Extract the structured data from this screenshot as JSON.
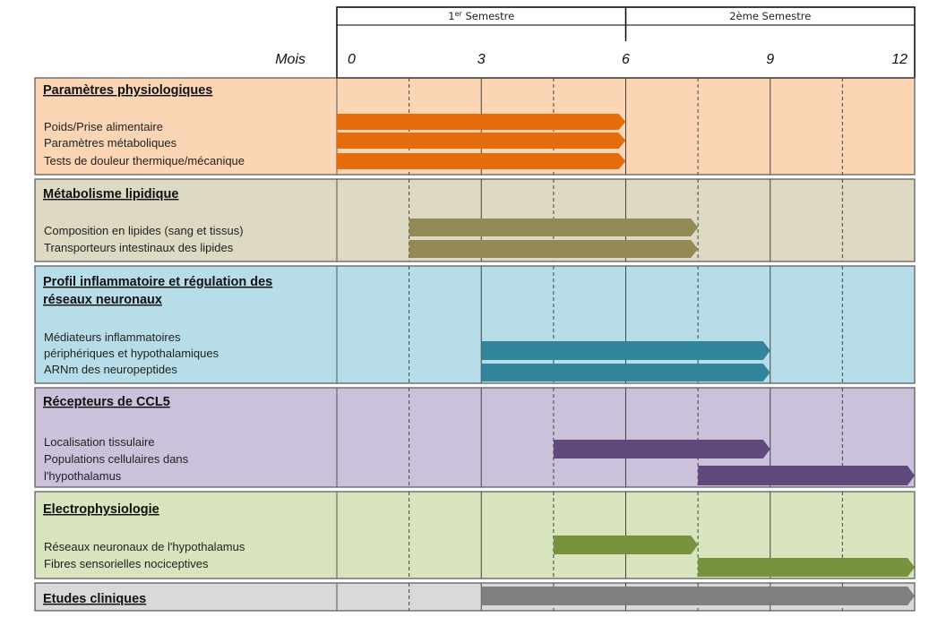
{
  "chart_data": {
    "type": "gantt",
    "title": "",
    "x_axis": {
      "title": "Mois",
      "range": [
        0,
        12
      ],
      "ticks": [
        {
          "value": 0,
          "label": "0"
        },
        {
          "value": 3,
          "label": "3"
        },
        {
          "value": 6,
          "label": "6"
        },
        {
          "value": 9,
          "label": "9"
        },
        {
          "value": 12,
          "label": "12"
        }
      ],
      "dashed_gridlines": [
        1.5,
        4.5,
        7.5,
        10.5
      ],
      "solid_gridlines": [
        3,
        6,
        9
      ]
    },
    "semesters": [
      {
        "label_main": "1",
        "label_sup": "er",
        "label_rest": " Semestre",
        "start": 0,
        "end": 6
      },
      {
        "label_main": "2ème Semestre",
        "label_sup": "",
        "label_rest": "",
        "start": 6,
        "end": 12
      }
    ],
    "sections": [
      {
        "title": "Paramètres physiologiques",
        "title_lines": [
          "Paramètres physiologiques"
        ],
        "bg_color": "#fcd5b5",
        "bar_color": "#e46c0a",
        "labels": [
          "Poids/Prise alimentaire",
          "Paramètres métaboliques",
          "Tests de douleur thermique/mécanique"
        ],
        "tasks": [
          {
            "start": 0,
            "end": 6
          },
          {
            "start": 0,
            "end": 6
          },
          {
            "start": 0,
            "end": 6
          }
        ]
      },
      {
        "title": "Métabolisme lipidique",
        "title_lines": [
          "Métabolisme lipidique"
        ],
        "bg_color": "#ddd9c3",
        "bar_color": "#948a54",
        "labels": [
          "Composition en lipides (sang et tissus)",
          "Transporteurs intestinaux des lipides"
        ],
        "tasks": [
          {
            "start": 1.5,
            "end": 7.5
          },
          {
            "start": 1.5,
            "end": 7.5
          }
        ]
      },
      {
        "title": "Profil inflammatoire et régulation des réseaux neuronaux",
        "title_lines": [
          "Profil inflammatoire  et  régulation des",
          "réseaux neuronaux"
        ],
        "bg_color": "#b7dde8",
        "bar_color": "#31859c",
        "labels": [
          "Médiateurs inflammatoires",
          "périphériques et hypothalamiques",
          "ARNm des neuropeptides"
        ],
        "tasks": [
          {
            "start": 3,
            "end": 9
          },
          {
            "start": 3,
            "end": 9
          }
        ]
      },
      {
        "title": "Récepteurs de CCL5",
        "title_lines": [
          "Récepteurs de CCL5"
        ],
        "bg_color": "#ccc1da",
        "bar_color": "#604a7b",
        "labels": [
          "Localisation tissulaire",
          "Populations cellulaires dans",
          "l'hypothalamus"
        ],
        "tasks": [
          {
            "start": 4.5,
            "end": 9
          },
          {
            "start": 7.5,
            "end": 12
          }
        ]
      },
      {
        "title": "Electrophysiologie",
        "title_lines": [
          "Electrophysiologie"
        ],
        "bg_color": "#d7e4bd",
        "bar_color": "#77933c",
        "labels": [
          "Réseaux neuronaux de l'hypothalamus",
          "Fibres sensorielles nociceptives"
        ],
        "tasks": [
          {
            "start": 4.5,
            "end": 7.5
          },
          {
            "start": 7.5,
            "end": 12
          }
        ]
      },
      {
        "title": "Etudes cliniques",
        "title_lines": [
          "Etudes cliniques"
        ],
        "bg_color": "#d9d9d9",
        "bar_color": "#7f7f7f",
        "labels": [],
        "tasks": [
          {
            "start": 3,
            "end": 12
          }
        ]
      }
    ]
  }
}
